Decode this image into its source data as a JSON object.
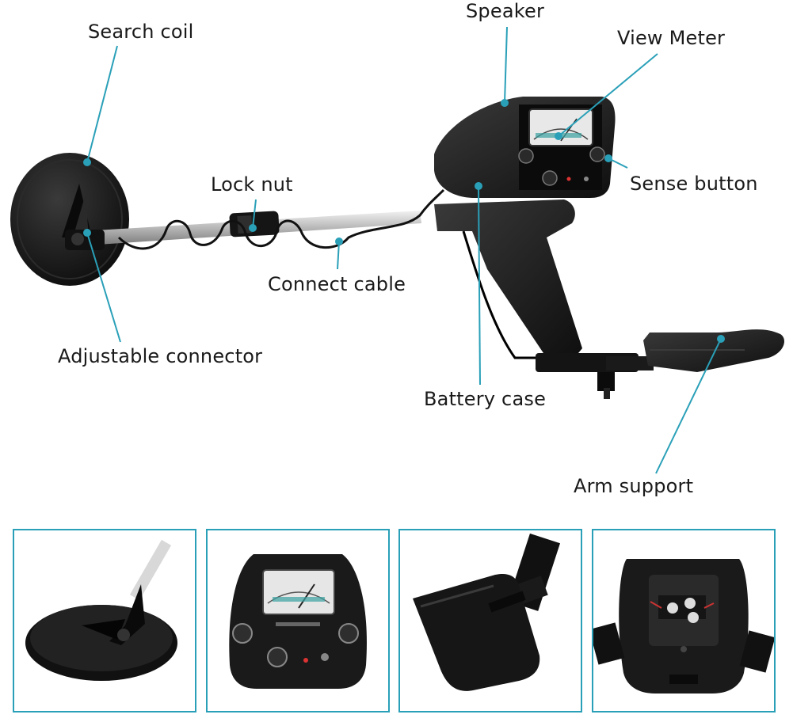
{
  "callouts": {
    "search_coil": "Search coil",
    "speaker": "Speaker",
    "view_meter": "View Meter",
    "lock_nut": "Lock nut",
    "sense_button": "Sense button",
    "connect_cable": "Connect cable",
    "adjustable_connector": "Adjustable connector",
    "battery_case": "Battery case",
    "arm_support": "Arm support"
  },
  "colors": {
    "leader_line": "#2aa0b8",
    "thumbnail_border": "#2aa0b8",
    "device_body": "#1b1b1b",
    "shaft": "#c8c8c8"
  }
}
